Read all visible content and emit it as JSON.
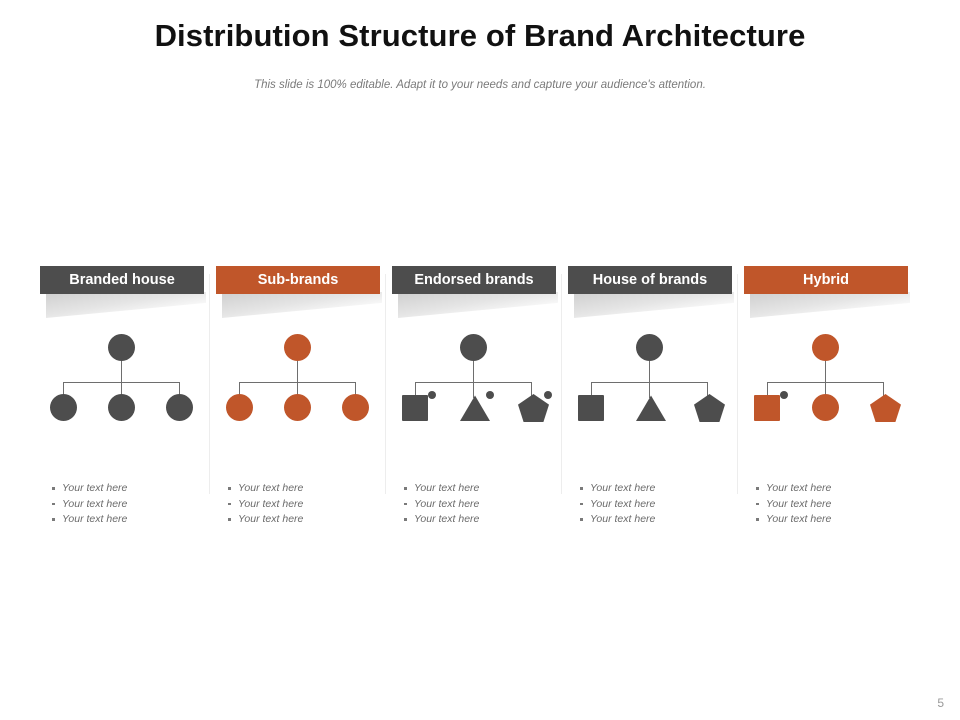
{
  "slide": {
    "title": "Distribution Structure of Brand Architecture",
    "subtitle": "This slide is 100% editable. Adapt it to your needs and capture your audience's attention.",
    "page_number": "5",
    "colors": {
      "gray": "#4d4d4d",
      "orange": "#c0562a",
      "background": "#ffffff",
      "connector": "#6e6e6e",
      "body_text": "#6b6b6b"
    }
  },
  "columns": [
    {
      "header": "Branded house",
      "header_color": "gray",
      "diagram": {
        "parent": {
          "shape": "circle",
          "fill": "gray",
          "badge": false
        },
        "children": [
          {
            "shape": "circle",
            "fill": "gray",
            "badge": false
          },
          {
            "shape": "circle",
            "fill": "gray",
            "badge": false
          },
          {
            "shape": "circle",
            "fill": "gray",
            "badge": false
          }
        ]
      },
      "bullets": [
        "Your text here",
        "Your text here",
        "Your text here"
      ]
    },
    {
      "header": "Sub-brands",
      "header_color": "orange",
      "diagram": {
        "parent": {
          "shape": "circle",
          "fill": "orange",
          "badge": false
        },
        "children": [
          {
            "shape": "circle",
            "fill": "orange",
            "badge": false
          },
          {
            "shape": "circle",
            "fill": "orange",
            "badge": false
          },
          {
            "shape": "circle",
            "fill": "orange",
            "badge": false
          }
        ]
      },
      "bullets": [
        "Your text here",
        "Your text here",
        "Your text here"
      ]
    },
    {
      "header": "Endorsed brands",
      "header_color": "gray",
      "diagram": {
        "parent": {
          "shape": "circle",
          "fill": "gray",
          "badge": false
        },
        "children": [
          {
            "shape": "square",
            "fill": "gray",
            "badge": true
          },
          {
            "shape": "triangle",
            "fill": "gray",
            "badge": true
          },
          {
            "shape": "pentagon",
            "fill": "gray",
            "badge": true
          }
        ]
      },
      "bullets": [
        "Your text here",
        "Your text here",
        "Your text here"
      ]
    },
    {
      "header": "House of brands",
      "header_color": "gray",
      "diagram": {
        "parent": {
          "shape": "circle",
          "fill": "gray",
          "badge": false
        },
        "children": [
          {
            "shape": "square",
            "fill": "gray",
            "badge": false
          },
          {
            "shape": "triangle",
            "fill": "gray",
            "badge": false
          },
          {
            "shape": "pentagon",
            "fill": "gray",
            "badge": false
          }
        ]
      },
      "bullets": [
        "Your text here",
        "Your text here",
        "Your text here"
      ]
    },
    {
      "header": "Hybrid",
      "header_color": "orange",
      "diagram": {
        "parent": {
          "shape": "circle",
          "fill": "orange",
          "badge": false
        },
        "children": [
          {
            "shape": "square",
            "fill": "orange",
            "badge": true
          },
          {
            "shape": "circle",
            "fill": "orange",
            "badge": false
          },
          {
            "shape": "pentagon",
            "fill": "orange",
            "badge": false
          }
        ]
      },
      "bullets": [
        "Your text here",
        "Your text here",
        "Your text here"
      ]
    }
  ]
}
